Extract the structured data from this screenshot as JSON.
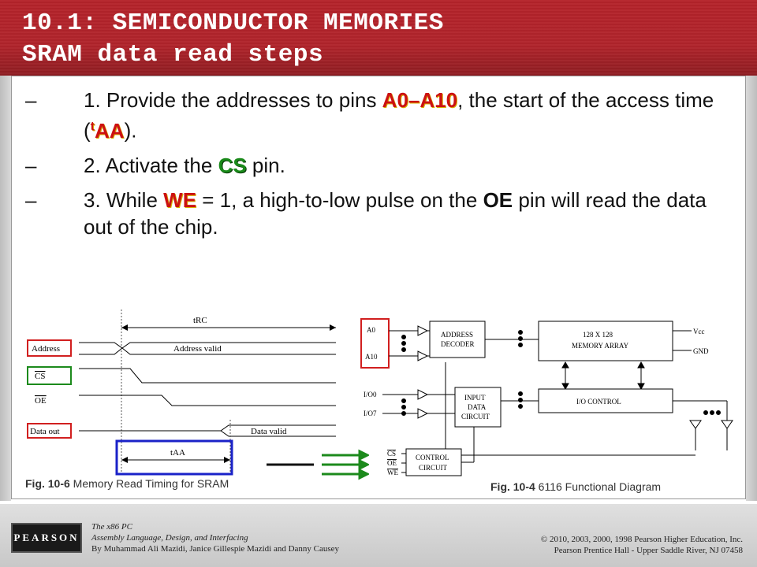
{
  "header": {
    "line1": "10.1: SEMICONDUCTOR MEMORIES",
    "line2": "SRAM data read steps"
  },
  "bullets": [
    {
      "dash": "–",
      "pre": "1. Provide the addresses to pins ",
      "hl1": "A0",
      "mid1": "–",
      "hl2": "A10",
      "post1": ", the start of the access time (",
      "sup": "t",
      "hl3": "AA",
      "post2": ")."
    },
    {
      "dash": "–",
      "pre": "2. Activate the ",
      "hl": "CS",
      "post": " pin."
    },
    {
      "dash": "–",
      "pre": "3. While ",
      "hl": "WE",
      "mid": " = 1, a high-to-low pulse on the ",
      "bold": "OE",
      "post": " pin will read the data out of the chip."
    }
  ],
  "timing": {
    "trc": "tRC",
    "taa": "tAA",
    "address": "Address",
    "cs": "CS",
    "oe": "OE",
    "data_out": "Data out",
    "address_valid": "Address valid",
    "data_valid": "Data valid"
  },
  "block": {
    "a0": "A0",
    "a10": "A10",
    "io0": "I/O0",
    "io7": "I/O7",
    "addr_dec1": "ADDRESS",
    "addr_dec2": "DECODER",
    "mem1": "128 X 128",
    "mem2": "MEMORY ARRAY",
    "vcc": "Vcc",
    "gnd": "GND",
    "in1": "INPUT",
    "in2": "DATA",
    "in3": "CIRCUIT",
    "ioctl": "I/O CONTROL",
    "ctl1": "CONTROL",
    "ctl2": "CIRCUIT",
    "cs": "CS",
    "oe": "OE",
    "we": "WE"
  },
  "captions": {
    "left_bold": "Fig. 10-6",
    "left_rest": " Memory Read Timing for SRAM",
    "right_bold": "Fig. 10-4",
    "right_rest": " 6116 Functional Diagram"
  },
  "footer": {
    "logo": "PEARSON",
    "book1": "The x86 PC",
    "book2": "Assembly Language, Design, and Interfacing",
    "book3": "By Muhammad Ali Mazidi, Janice Gillespie  Mazidi and Danny Causey",
    "copy1": "© 2010, 2003, 2000, 1998 Pearson Higher Education, Inc.",
    "copy2": "Pearson Prentice Hall - Upper Saddle River, NJ 07458"
  },
  "colors": {
    "header": "#b1242b",
    "highlight_red": "#cc1111",
    "highlight_green": "#1a8a1a",
    "box_red": "#d11f1f",
    "box_green": "#1c8a1c",
    "box_blue": "#1a22c8"
  }
}
